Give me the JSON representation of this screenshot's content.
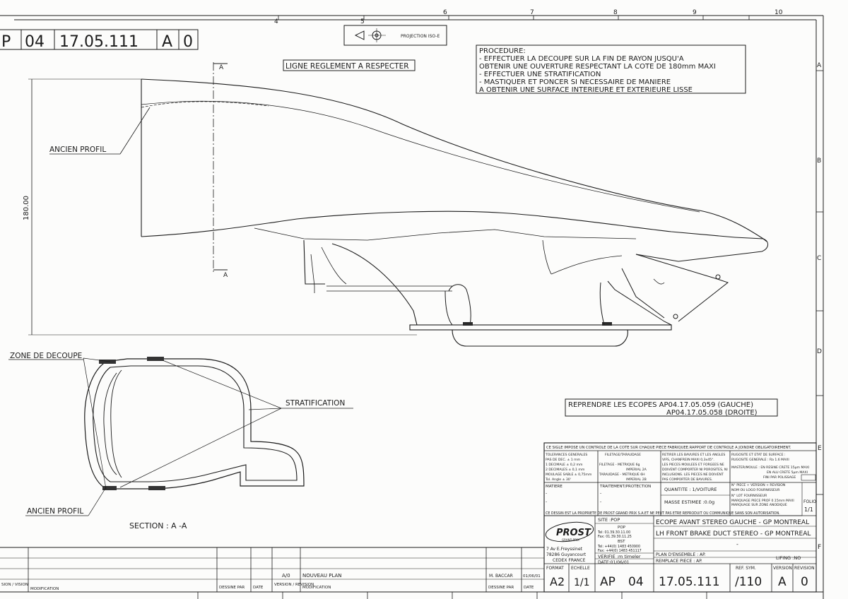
{
  "sheet_header": {
    "ref_prefix": "P",
    "ref_a": "04",
    "ref_b": "17.05.111",
    "ref_c": "A",
    "ref_d": "0",
    "projection": "PROJECTION ISO-E"
  },
  "zone_columns": [
    "4",
    "5",
    "6",
    "7",
    "8",
    "9",
    "10"
  ],
  "zone_rows": [
    "A",
    "B",
    "C",
    "D",
    "E",
    "F"
  ],
  "notes": {
    "ligne_reglement": "LIGNE REGLEMENT A RESPECTER",
    "procedure": [
      "PROCEDURE:",
      "- EFFECTUER LA DECOUPE SUR LA FIN DE RAYON JUSQU'A",
      "  OBTENIR UNE OUVERTURE RESPECTANT LA COTE DE 180mm MAXI",
      "- EFFECTUER UNE STRATIFICATION",
      "- MASTIQUER ET PONCER SI NECESSAIRE DE MANIERE",
      "  A OBTENIR UNE SURFACE INTERIEURE ET EXTERIEURE LISSE"
    ],
    "ancien_profil": "ANCIEN PROFIL",
    "dimension_180": "180.00",
    "section_marker": "A",
    "zone_decoupe": "ZONE DE DECOUPE",
    "stratification": "STRATIFICATION",
    "ancien_profil_2": "ANCIEN PROFIL",
    "section_title": "SECTION : A -A",
    "reprendre": [
      "REPRENDRE LES ECOPES AP04.17.05.059 (GAUCHE)",
      "AP04.17.05.058 (DROITE)"
    ]
  },
  "title_block": {
    "control_note": "CE SIGLE IMPOSE UN CONTROLE DE LA COTE SUR CHAQUE PIECE FABRIQUEE.RAPPORT DE CONTROLE A JOINDRE OBLIGATOIREMENT.",
    "tolerances": [
      "TOLERANCES GENERALES",
      "PAS DE DEC.      ± 1   mm",
      "1 DECIMALE       ± 0,2 mm",
      "2 DECIMALES      ± 0,1 mm",
      "MOULAGE SABLE    ± 0,75mm",
      "Tol. Angle       ± 30'"
    ],
    "filetage": [
      "FILETAGE/TARAUDAGE",
      "FILETAGE - METRIQUE 6g",
      "IMPERIAL 2A",
      "TARAUDAGE - METRIQUE 6H",
      "IMPERIAL 2B"
    ],
    "retirer": [
      "RETIRER LES BAVURES ET LES ANGLES",
      "VIFS, CHANFREIN MAXI 0,3x45°.",
      "LES PIECES MOULEES ET FORGEES NE",
      "DOIVENT COMPORTER NI POROSITES, NI",
      "INCLUSIONS. LES PIECES NE DOIVENT",
      "PAS COMPORTER DE BAVURES."
    ],
    "rugosite": [
      "RUGOSITE ET ETAT DE SURFACE :",
      "RUGOSITE GENERALE : Ra 1.6 MAXI",
      "",
      "MASTER/MOULE : EN RESINE CRETE 15µm MAXI",
      "EN ALU CRETE 5µm MAXI",
      "FINI PAR POLISSAGE"
    ],
    "matiere_label": "MATIERE",
    "traitement_label": "TRAITEMENT/PROTECTION",
    "quantite": "QUANTITE : 1/VOITURE",
    "masse": "MASSE ESTIMEE :0.0g",
    "marquage": [
      "N° PIECE + VERSION + REVISION",
      "NOM OU LOGO FOURNISSEUR",
      "N° LOT FOURNISSEUR",
      "MARQUAGE PIECE PROF 0.15mm MAXI",
      "MARQUAGE SUR ZONE ANODIQUE"
    ],
    "folio_label": "FOLIO",
    "folio_value": "1/1",
    "property_note": "CE DESSIN EST LA PROPRIETE DE PROST GRAND PRIX S.A.ET NE PEUT PAS ETRE REPRODUIT OU COMMUNIQUE SANS SON AUTORISATION.",
    "site_label": "SITE :POP",
    "site_lines": [
      "POP",
      "Tel: 01.39.30.11.00",
      "Fax: 01.39.30.11.25",
      "BST",
      "Tel: +44(0) 1483 450900",
      "Fax: +44(0) 1483 451117"
    ],
    "logo_text": "PROST",
    "logo_sub": "GRAND PRIX",
    "address": [
      "7 Av E.Freyssinet",
      "78286 Guyancourt",
      "CEDEX FRANCE"
    ],
    "title_fr": "ECOPE AVANT STEREO GAUCHE -  GP MONTREAL",
    "title_en": "LH FRONT BRAKE DUCT STEREO - GP MONTREAL",
    "verifie": "VERIFIE :m timeler",
    "date": "DATE:01/06/01",
    "plan_ensemble": "PLAN D'ENSEMBLE : AP.",
    "remplace": "REMPLACE PIECE   : AP.",
    "lifing": "LIFING :NO",
    "format_label": "FORMAT",
    "format_value": "A2",
    "echelle_label": "ECHELLE",
    "echelle_value": "1/1",
    "number_a": "AP",
    "number_b": "04",
    "number_c": "17.05.111",
    "ref_sym_label": "REF. SYM.",
    "ref_sym_value": "/110",
    "version_label": "VERSION",
    "version_value": "A",
    "revision_label": "REVISION",
    "revision_value": "0"
  },
  "revision_table": {
    "row_letter": "A/0",
    "row_text": "NOUVEAU PLAN",
    "designer": "M. BACCAR",
    "row_date": "01/06/01",
    "headers": {
      "version_left": "SION /\nVISION",
      "modification": "MODIFICATION",
      "dessine_par": "DESSINE PAR",
      "date": "DATE",
      "version_revision": "VERSION /\nREVISION",
      "modification_2": "MODIFICATION",
      "dessine_par_2": "DESSINE PAR",
      "date_2": "DATE"
    }
  },
  "colors": {
    "ink": "#1b1b1b",
    "paper": "#fcfcfb"
  }
}
